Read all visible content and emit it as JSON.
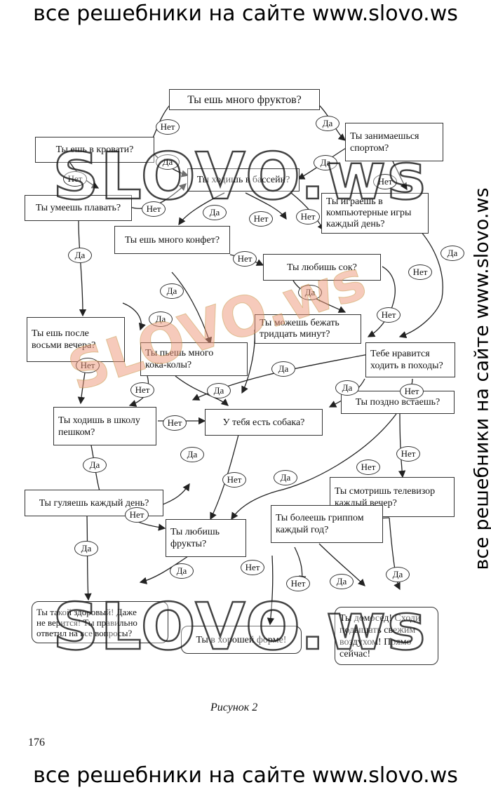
{
  "banner_top": "все решебники на сайте www.slovo.ws",
  "banner_bottom": "все решебники на сайте www.slovo.ws",
  "side_text": "все решебники на сайте www.slovo.ws",
  "watermarks": [
    "SLOVO.ws",
    "SLOVO.ws",
    "SLOVO.ws"
  ],
  "nodes": {
    "q_fruits_many": "Ты ешь много фруктов?",
    "q_eat_in_bed": "Ты ешь в кровати?",
    "q_sport": "Ты занимаешься\nспортом?",
    "q_pool": "Ты ходишь в бассейн?",
    "q_swim": "Ты умеешь плавать?",
    "q_computer_games": "Ты играешь в\nкомпьютерные игры\nкаждый день?",
    "q_candy": "Ты ешь много конфет?",
    "q_juice": "Ты любишь сок?",
    "q_after_eight": "Ты ешь после\nвосьми вечера?",
    "q_run": "Ты можешь бежать\nтридцать минут?",
    "q_cola": "Ты пьешь много\nкока-колы?",
    "q_hiking": "Тебе нравится\nходить в походы?",
    "q_walk_school": "Ты ходишь в школу\nпешком?",
    "q_dog": "У тебя есть собака?",
    "q_late_wake": "Ты поздно встаешь?",
    "q_walk_daily": "Ты гуляешь каждый день?",
    "q_tv": "Ты смотришь телевизор\nкаждый вечер?",
    "q_love_fruit": "Ты любишь\nфрукты?",
    "q_flu": "Ты болеешь гриппом\nкаждый год?",
    "r_healthy": "Ты такой здоровый! Даже\nне верится! Ты правильно\nответил на все вопросы?",
    "r_good_shape": "Ты в хорошей форме!",
    "r_homebody": "Ты домосед! Сходи\nподышать свежим\nвоздухом! Прямо\nсейчас!"
  },
  "labels": {
    "yes": "Да",
    "no": "Нет"
  },
  "caption": "Рисунок 2",
  "page_number": "176"
}
